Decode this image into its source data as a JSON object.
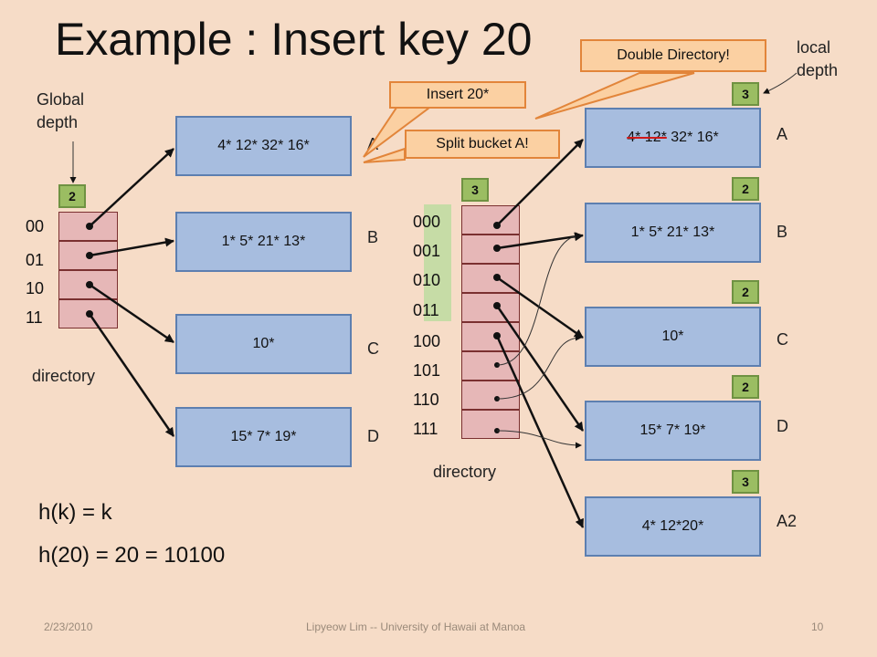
{
  "title": "Example : Insert key 20",
  "global_depth_label": "Global\ndepth",
  "local_depth_label": "local\ndepth",
  "left": {
    "global_depth": "2",
    "dir_indices": [
      "00",
      "01",
      "10",
      "11"
    ],
    "directory_label": "directory",
    "buckets": [
      {
        "contents": "4* 12* 32* 16*",
        "name": "A"
      },
      {
        "contents": "1* 5* 21* 13*",
        "name": "B"
      },
      {
        "contents": "10*",
        "name": "C"
      },
      {
        "contents": "15* 7* 19*",
        "name": "D"
      }
    ]
  },
  "right": {
    "global_depth": "3",
    "dir_indices": [
      "000",
      "001",
      "010",
      "011",
      "100",
      "101",
      "110",
      "111"
    ],
    "directory_label": "directory",
    "buckets": [
      {
        "contents": "4* 12* 32* 16*",
        "name": "A",
        "local_depth": "3",
        "struck": "4* 12*"
      },
      {
        "contents": "1* 5* 21* 13*",
        "name": "B",
        "local_depth": "2"
      },
      {
        "contents": "10*",
        "name": "C",
        "local_depth": "2"
      },
      {
        "contents": "15* 7* 19*",
        "name": "D",
        "local_depth": "2"
      },
      {
        "contents": "4* 12*20*",
        "name": "A2",
        "local_depth": "3"
      }
    ]
  },
  "callouts": {
    "insert": "Insert 20*",
    "split": "Split bucket A!",
    "double": "Double Directory!"
  },
  "equations": {
    "hash": "h(k) = k",
    "example": "h(20) = 20 = 10100"
  },
  "footer": {
    "date": "2/23/2010",
    "author": "Lipyeow Lim -- University of Hawaii at Manoa",
    "page": "10"
  }
}
